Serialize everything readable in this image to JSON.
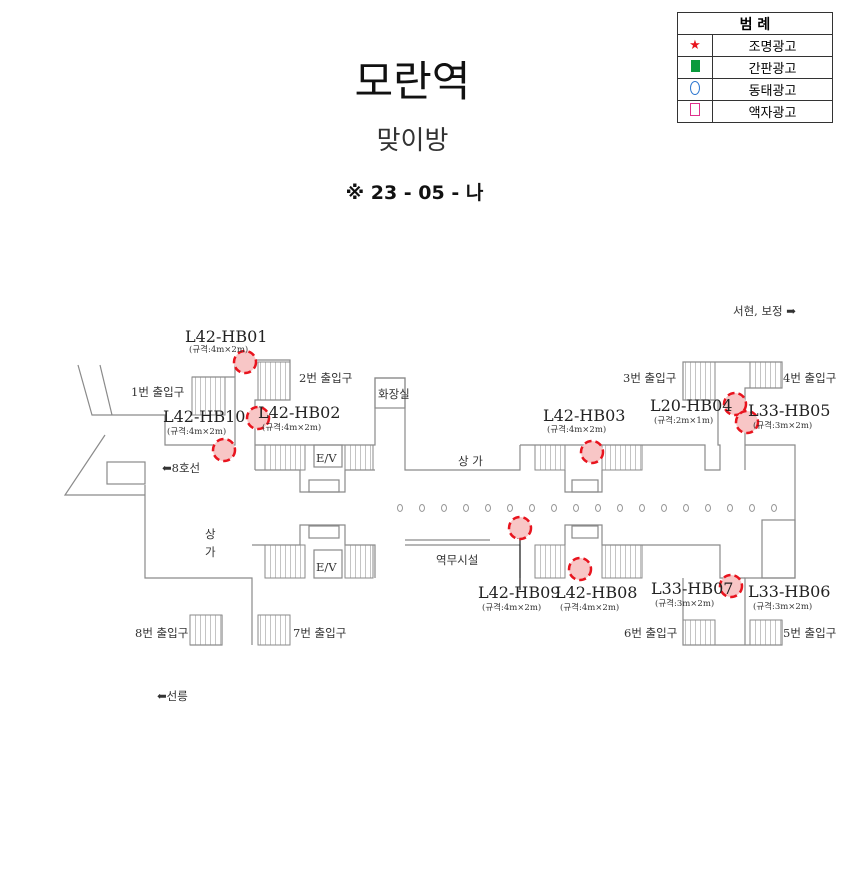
{
  "header": {
    "station": "모란역",
    "area": "맞이방",
    "code": "※ 23 - 05 - 나"
  },
  "legend": {
    "title": "범 례",
    "items": [
      {
        "label": "조명광고",
        "symbol": "star-icon",
        "color": "#e8141e"
      },
      {
        "label": "간판광고",
        "symbol": "square-filled-icon",
        "color": "#0a9a3c"
      },
      {
        "label": "동태광고",
        "symbol": "circle-outline-icon",
        "color": "#2f78d0"
      },
      {
        "label": "액자광고",
        "symbol": "square-outline-icon",
        "color": "#e0308c"
      }
    ]
  },
  "plan": {
    "exits": [
      "1번 출입구",
      "2번 출입구",
      "3번 출입구",
      "4번 출입구",
      "5번 출입구",
      "6번 출입구",
      "7번 출입구",
      "8번 출입구"
    ],
    "rooms": {
      "toilet": "화장실",
      "shop_top": "상 가",
      "shop_left": "상\n가",
      "shop_left_1": "상",
      "shop_left_2": "가",
      "ev": "E/V",
      "office": "역무시설"
    },
    "directions": {
      "line8": "8호선",
      "seohyeon": "서현, 보정",
      "seollung": "선릉"
    },
    "ads": [
      {
        "id": "L42-HB01",
        "size": "(규격:4m×2m)"
      },
      {
        "id": "L42-HB02",
        "size": "(규격:4m×2m)"
      },
      {
        "id": "L42-HB03",
        "size": "(규격:4m×2m)"
      },
      {
        "id": "L20-HB04",
        "size": "(규격:2m×1m)"
      },
      {
        "id": "L33-HB05",
        "size": "(규격:3m×2m)"
      },
      {
        "id": "L33-HB06",
        "size": "(규격:3m×2m)"
      },
      {
        "id": "L33-HB07",
        "size": "(규격:3m×2m)"
      },
      {
        "id": "L42-HB08",
        "size": "(규격:4m×2m)"
      },
      {
        "id": "L42-HB09",
        "size": "(규격:4m×2m)"
      },
      {
        "id": "L42-HB10",
        "size": "(규격:4m×2m)"
      }
    ]
  }
}
